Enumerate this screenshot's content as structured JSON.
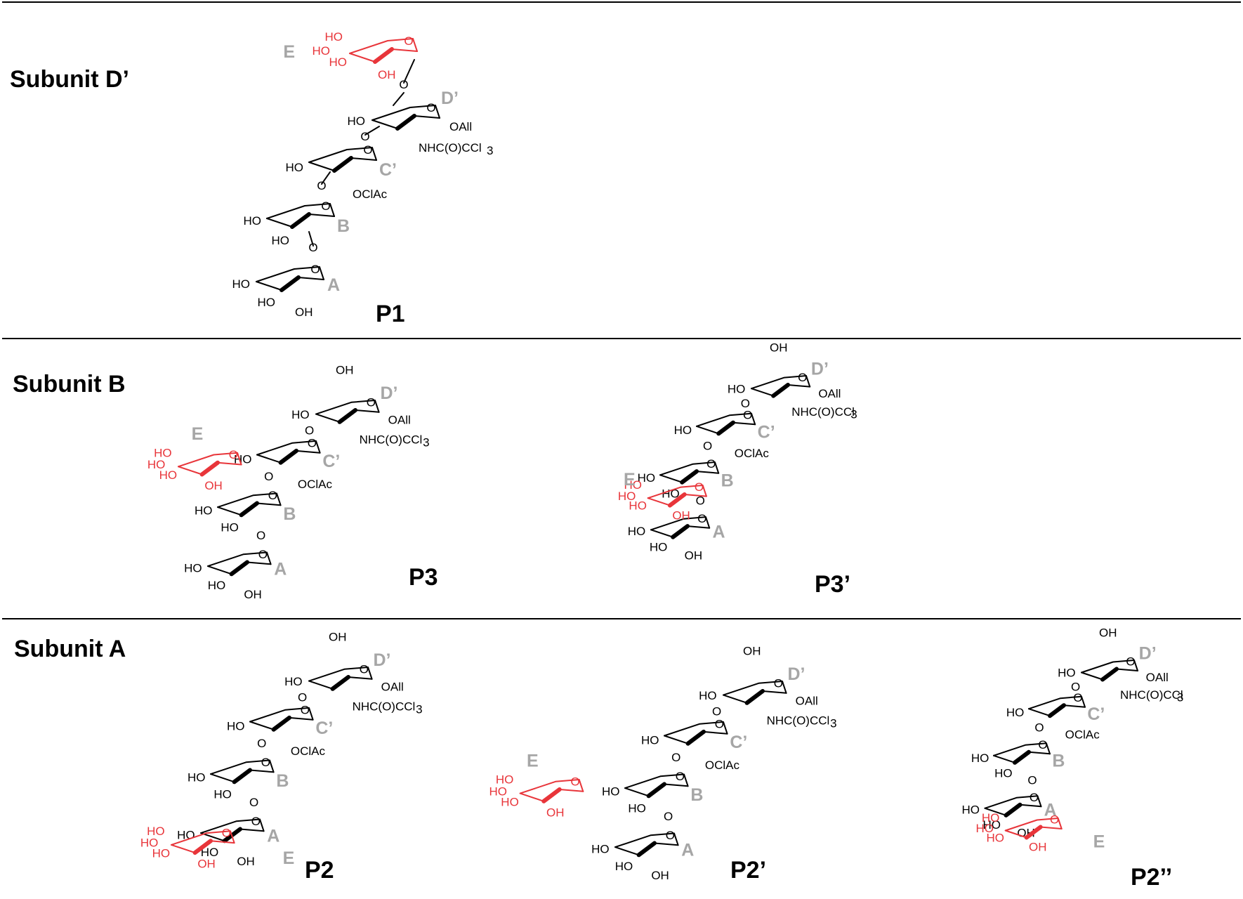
{
  "sections": [
    {
      "title": "Subunit D’",
      "compounds": [
        "P1"
      ]
    },
    {
      "title": "Subunit B",
      "compounds": [
        "P3",
        "P3’"
      ]
    },
    {
      "title": "Subunit A",
      "compounds": [
        "P2",
        "P2’",
        "P2’’"
      ]
    }
  ],
  "ring_labels": {
    "A": "A",
    "B": "B",
    "C": "C’",
    "D": "D’",
    "E": "E"
  },
  "substituents": {
    "hydroxyl": "HO",
    "hydroxyl_right": "OH",
    "ether": "O",
    "allyl": "OAll",
    "amide": "NHC(O)CCl",
    "amide_sub": "3",
    "chloroacetyl": "OClAc"
  },
  "colors": {
    "added_residue": "#e8353a",
    "ring_label": "#a6a6a6",
    "structure": "#000000"
  }
}
